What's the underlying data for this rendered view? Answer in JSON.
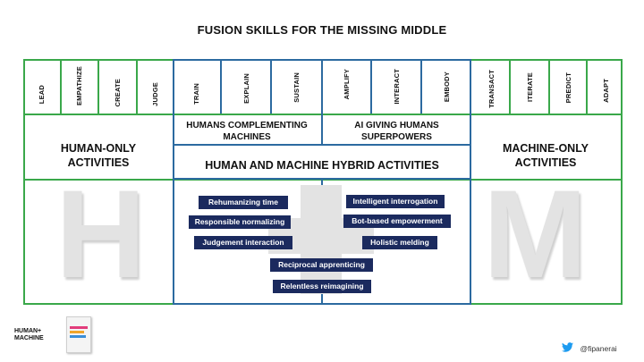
{
  "title": "FUSION SKILLS FOR THE MISSING MIDDLE",
  "skills_left": [
    "LEAD",
    "EMPATHIZE",
    "CREATE",
    "JUDGE"
  ],
  "skills_middle_left": [
    "TRAIN",
    "EXPLAIN",
    "SUSTAIN"
  ],
  "skills_middle_right": [
    "AMPLIFY",
    "INTERACT",
    "EMBODY"
  ],
  "skills_right": [
    "TRANSACT",
    "ITERATE",
    "PREDICT",
    "ADAPT"
  ],
  "human_only": "HUMAN-ONLY ACTIVITIES",
  "machine_only": "MACHINE-ONLY ACTIVITIES",
  "humans_complementing": "HUMANS COMPLEMENTING MACHINES",
  "ai_giving": "AI GIVING HUMANS SUPERPOWERS",
  "hybrid": "HUMAN AND MACHINE HYBRID ACTIVITIES",
  "letter_h": "H",
  "letter_m": "M",
  "skills_tags": [
    "Rehumanizing time",
    "Responsible normalizing",
    "Judgement interaction",
    "Intelligent interrogation",
    "Bot-based empowerment",
    "Holistic melding",
    "Reciprocal apprenticing",
    "Relentless reimagining"
  ],
  "logo_text": "HUMAN+ MACHINE",
  "twitter_handle": "@fipanerai",
  "colors": {
    "green": "#3aa84a",
    "blue": "#2c6aa0",
    "pill": "#1b2a5e"
  }
}
